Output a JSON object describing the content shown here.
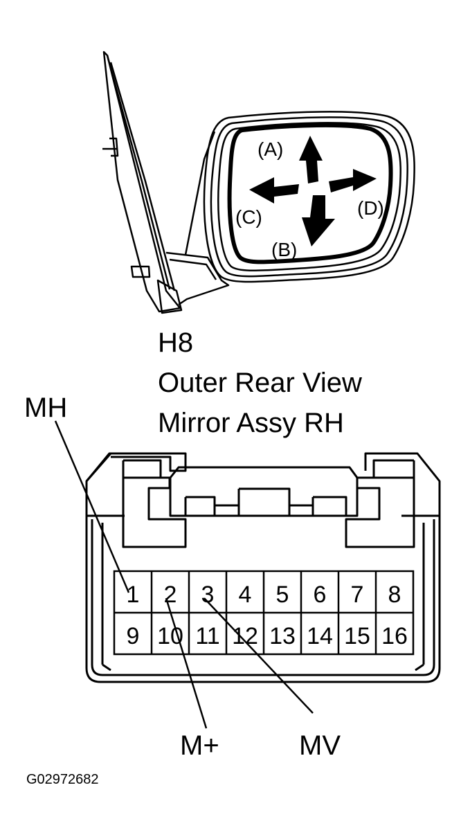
{
  "mirror": {
    "directions": [
      {
        "id": "a",
        "label": "(A)"
      },
      {
        "id": "b",
        "label": "(B)"
      },
      {
        "id": "c",
        "label": "(C)"
      },
      {
        "id": "d",
        "label": "(D)"
      }
    ]
  },
  "connector": {
    "code": "H8",
    "name_line1": "Outer Rear View",
    "name_line2": "Mirror Assy RH",
    "pins_top": [
      "1",
      "2",
      "3",
      "4",
      "5",
      "6",
      "7",
      "8"
    ],
    "pins_bottom": [
      "9",
      "10",
      "11",
      "12",
      "13",
      "14",
      "15",
      "16"
    ],
    "callouts": [
      {
        "label": "MH",
        "pin": "1"
      },
      {
        "label": "M+",
        "pin": "2"
      },
      {
        "label": "MV",
        "pin": "3"
      }
    ]
  },
  "figure_id": "G02972682",
  "colors": {
    "line": "#000000",
    "background": "#ffffff"
  }
}
